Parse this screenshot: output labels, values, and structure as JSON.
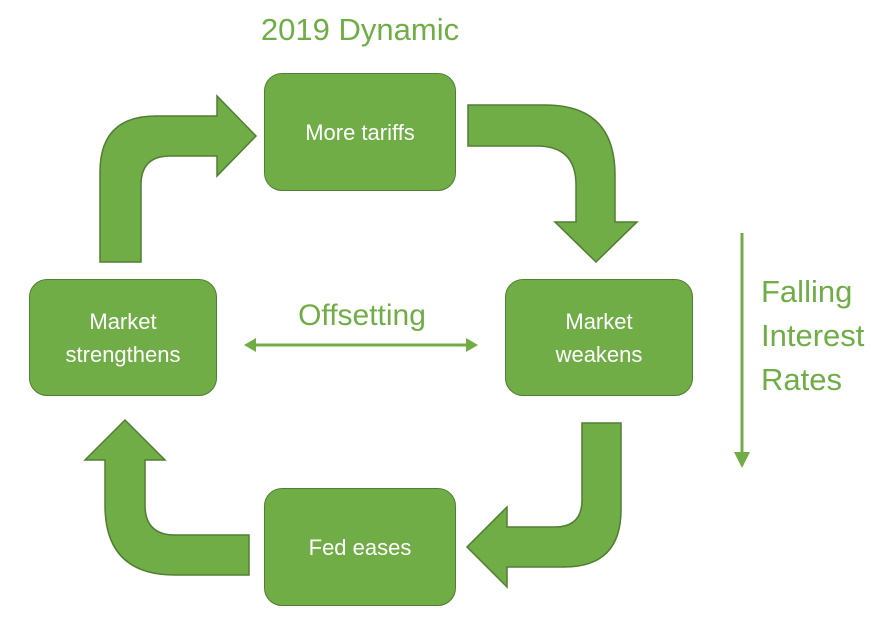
{
  "title": "2019 Dynamic",
  "nodes": {
    "more_tariffs": "More tariffs",
    "market_weakens": "Market\nweakens",
    "fed_eases": "Fed eases",
    "market_strengthens": "Market\nstrengthens"
  },
  "offsetting_label": "Offsetting",
  "side_label": "Falling\nInterest\nRates",
  "colors": {
    "fill": "#70ad47",
    "border": "#507e32",
    "text_on_fill": "#ffffff"
  }
}
